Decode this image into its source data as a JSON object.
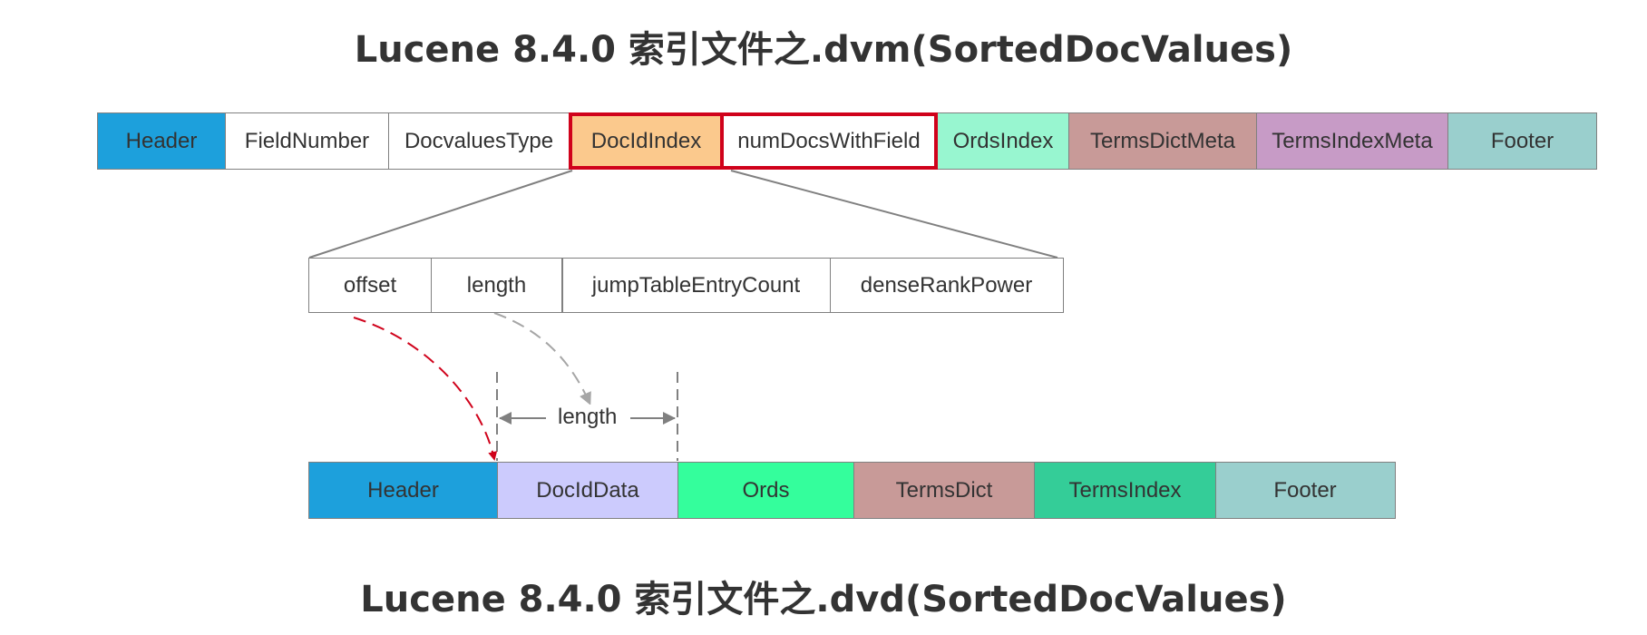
{
  "dvm": {
    "title": "Lucene 8.4.0 索引文件之.dvm(SortedDocValues)",
    "cells": [
      {
        "label": "Header",
        "color": "#1da0dc"
      },
      {
        "label": "FieldNumber",
        "color": "#ffffff"
      },
      {
        "label": "DocvaluesType",
        "color": "#ffffff"
      },
      {
        "label": "DocIdIndex",
        "color": "#fbc98d"
      },
      {
        "label": "numDocsWithField",
        "color": "#ffffff"
      },
      {
        "label": "OrdsIndex",
        "color": "#98f6d0"
      },
      {
        "label": "TermsDictMeta",
        "color": "#c89a98"
      },
      {
        "label": "TermsIndexMeta",
        "color": "#c79bc6"
      },
      {
        "label": "Footer",
        "color": "#9acfcd"
      }
    ]
  },
  "docIdIndex": {
    "cells": [
      {
        "label": "offset"
      },
      {
        "label": "length"
      },
      {
        "label": "jumpTableEntryCount"
      },
      {
        "label": "denseRankPower"
      }
    ]
  },
  "length_label": "length",
  "dvd": {
    "title": "Lucene 8.4.0 索引文件之.dvd(SortedDocValues)",
    "cells": [
      {
        "label": "Header",
        "color": "#1da0dc"
      },
      {
        "label": "DocIdData",
        "color": "#cccbfd"
      },
      {
        "label": "Ords",
        "color": "#34fe9c"
      },
      {
        "label": "TermsDict",
        "color": "#c89a98"
      },
      {
        "label": "TermsIndex",
        "color": "#34cd98"
      },
      {
        "label": "Footer",
        "color": "#9acfcd"
      }
    ]
  },
  "colors": {
    "highlight": "#d0021b",
    "connector": "#808080",
    "offset_arrow": "#d0021b",
    "length_arrow": "#a6a6a6"
  }
}
